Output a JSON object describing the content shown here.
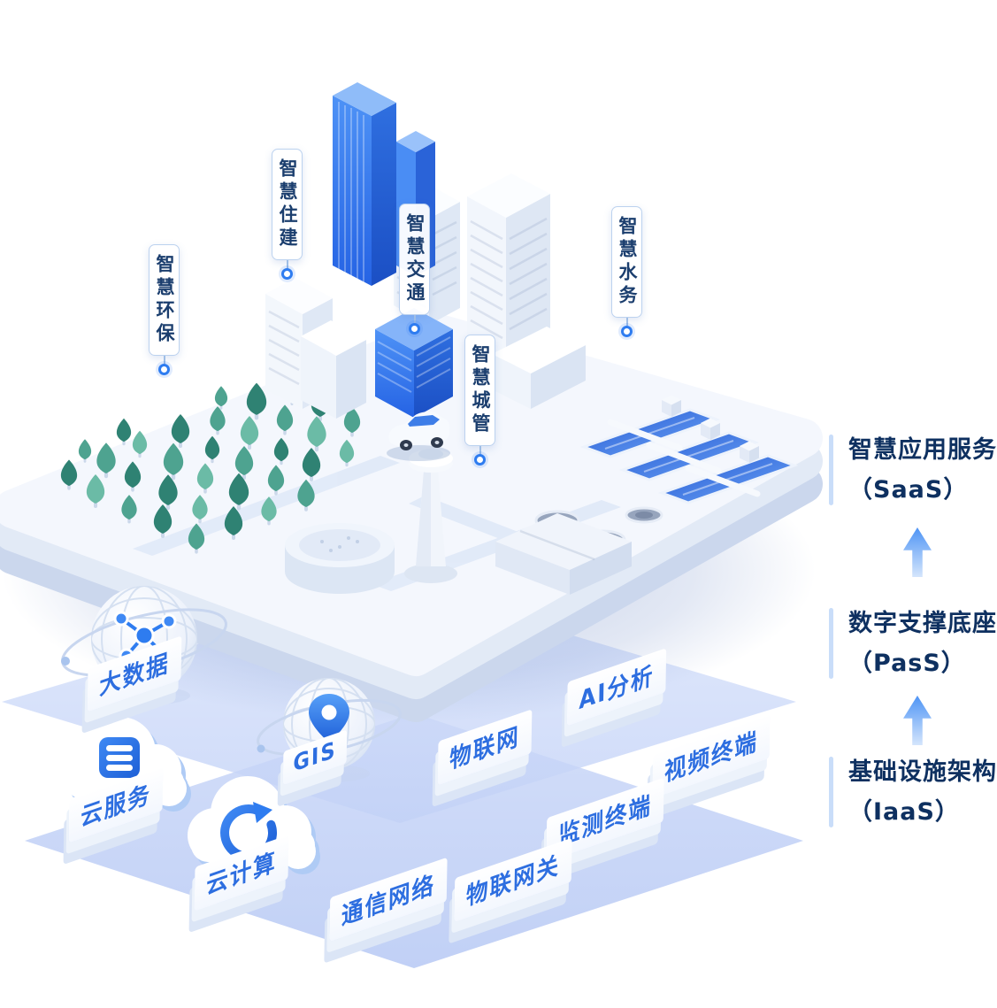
{
  "city_callouts": [
    {
      "label": "智慧环保"
    },
    {
      "label": "智慧住建"
    },
    {
      "label": "智慧交通"
    },
    {
      "label": "智慧城管"
    },
    {
      "label": "智慧水务"
    }
  ],
  "capability_labels": {
    "big_data": "大数据",
    "gis": "GIS",
    "iot": "物联网",
    "ai_analysis": "AI分析",
    "video_terminal": "视频终端",
    "monitoring_terminal": "监测终端",
    "iot_gateway": "物联网关",
    "communication_network": "通信网络",
    "cloud_service": "云服务",
    "cloud_computing": "云计算"
  },
  "architecture_levels": [
    {
      "name": "智慧应用服务",
      "abbr": "（SaaS）"
    },
    {
      "name": "数字支撑底座",
      "abbr": "（PasS）"
    },
    {
      "name": "基础设施架构",
      "abbr": "（IaaS）"
    }
  ],
  "icons": {
    "big_data": "network-globe-icon",
    "gis": "location-pin-globe-icon",
    "cloud_service": "server-stack-cloud-icon",
    "cloud_computing": "sync-cloud-icon",
    "level_connector": "up-arrow-icon",
    "callout_marker": "dot-marker-icon"
  },
  "colors": {
    "accent_blue": "#2E7CF0",
    "navy_text": "#0E3060",
    "slab_text_blue": "#2D6EE0",
    "tree_green": "#4EA390",
    "sheet_lavender": "#C6D4F6",
    "pool_blue": "#2B63D8"
  }
}
